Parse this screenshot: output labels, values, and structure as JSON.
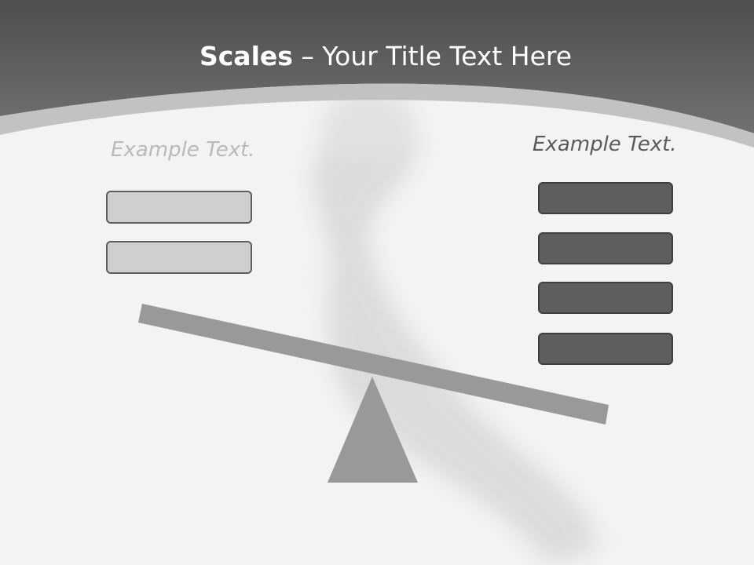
{
  "slide": {
    "title_bold": "Scales",
    "title_rest": " – Your Title Text Here"
  },
  "left_side": {
    "label": "Example Text.",
    "box_count": 2,
    "fill_color": "#cfcfcf"
  },
  "right_side": {
    "label": "Example Text.",
    "box_count": 4,
    "fill_color": "#5e5e5e"
  },
  "scale": {
    "beam_color": "#999999",
    "fulcrum_color": "#999999",
    "tilt": "right side down"
  },
  "colors": {
    "header": "#5a5a5a",
    "background": "#f3f3f3",
    "title_text": "#ffffff"
  }
}
